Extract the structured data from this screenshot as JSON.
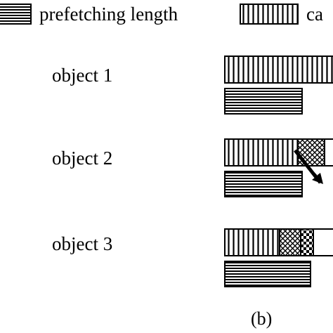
{
  "legend": {
    "prefetch_label": "prefetching length",
    "cache_label_visible": "ca"
  },
  "objects": [
    {
      "label": "object 1"
    },
    {
      "label": "object 2"
    },
    {
      "label": "object 3"
    }
  ],
  "subfigure_label": "(b)",
  "colors": {
    "ink": "#000000",
    "paper": "#ffffff"
  }
}
